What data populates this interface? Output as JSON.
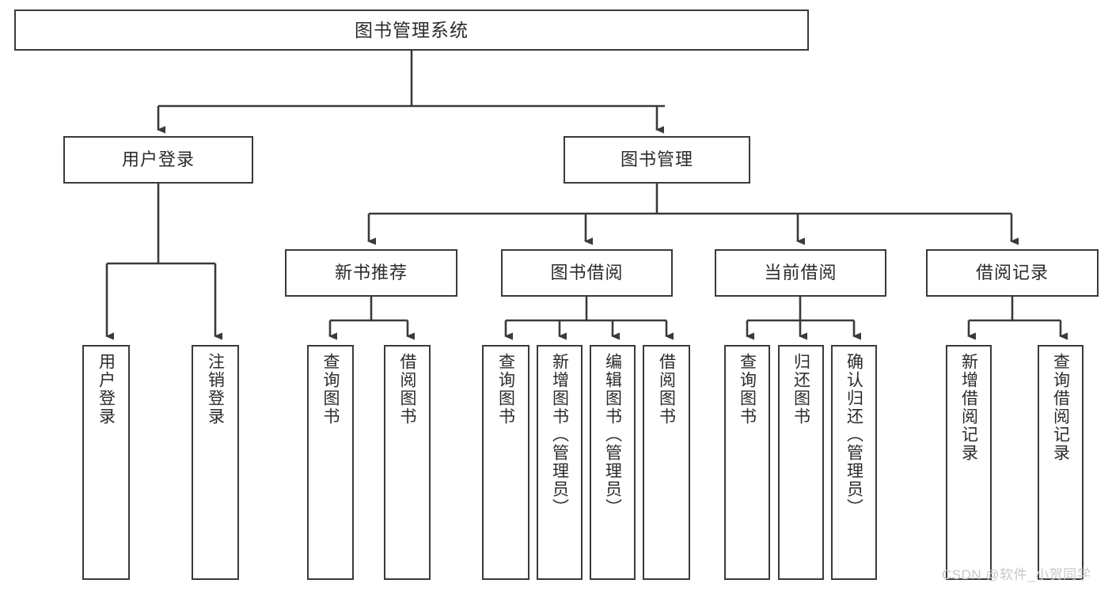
{
  "diagram": {
    "type": "tree",
    "title": "图书管理系统",
    "watermark": "CSDN @软件_小贺同学",
    "colors": {
      "stroke": "#3a3a3a",
      "fill": "#ffffff",
      "text": "#2b2b2b",
      "watermark": "#c8c8c8"
    },
    "nodes": {
      "root": {
        "label": "图书管理系统"
      },
      "level2": [
        {
          "label": "用户登录"
        },
        {
          "label": "图书管理"
        }
      ],
      "level3": [
        {
          "label": "新书推荐"
        },
        {
          "label": "图书借阅"
        },
        {
          "label": "当前借阅"
        },
        {
          "label": "借阅记录"
        }
      ],
      "leaves": {
        "user_login": [
          {
            "label": "用户登录"
          },
          {
            "label": "注销登录"
          }
        ],
        "new_book_recommend": [
          {
            "label": "查询图书"
          },
          {
            "label": "借阅图书"
          }
        ],
        "book_borrow": [
          {
            "label": "查询图书"
          },
          {
            "label": "新增图书（管理员）"
          },
          {
            "label": "编辑图书（管理员）"
          },
          {
            "label": "借阅图书"
          }
        ],
        "current_borrow": [
          {
            "label": "查询图书"
          },
          {
            "label": "归还图书"
          },
          {
            "label": "确认归还（管理员）"
          }
        ],
        "borrow_record": [
          {
            "label": "新增借阅记录"
          },
          {
            "label": "查询借阅记录"
          }
        ]
      }
    }
  }
}
